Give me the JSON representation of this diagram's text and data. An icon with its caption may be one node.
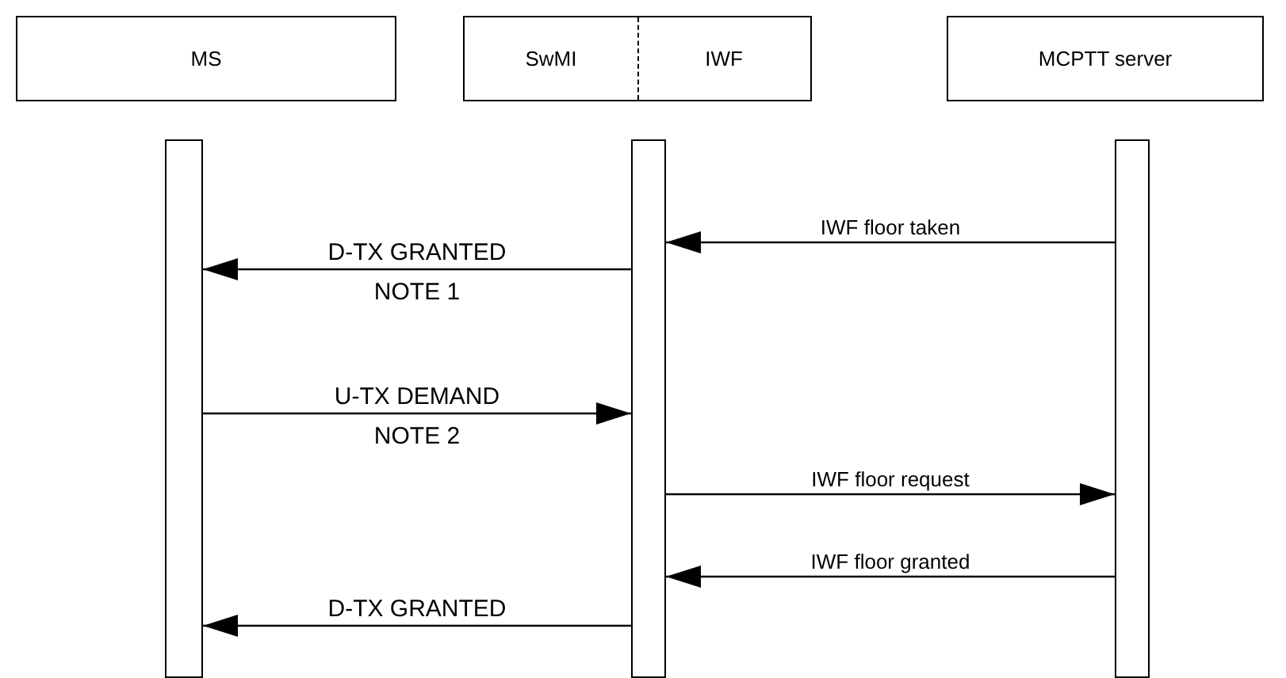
{
  "diagram": {
    "nodes": [
      {
        "text": [
          "MS"
        ]
      },
      {
        "text": [
          "SwMI",
          "IWF"
        ]
      },
      {
        "text": [
          "MCPTT server"
        ]
      },
      {
        "text": [],
        "shape": "bar"
      },
      {
        "text": [],
        "shape": "bar"
      },
      {
        "text": [],
        "shape": "bar"
      }
    ],
    "edges": [
      {
        "from": 5,
        "to": 4,
        "arrow": "to",
        "label": "IWF floor taken"
      },
      {
        "from": 4,
        "to": 3,
        "arrow": "to",
        "label": "D-TX GRANTED"
      },
      {
        "from": 3,
        "to": 4,
        "arrow": "to",
        "label": "U-TX DEMAND"
      },
      {
        "from": 4,
        "to": 5,
        "arrow": "to",
        "label": "IWF floor request"
      },
      {
        "from": 5,
        "to": 4,
        "arrow": "to",
        "label": "IWF floor granted"
      },
      {
        "from": 4,
        "to": 3,
        "arrow": "to",
        "label": "D-TX GRANTED"
      }
    ],
    "labels": [
      "NOTE 1",
      "NOTE 2"
    ]
  }
}
